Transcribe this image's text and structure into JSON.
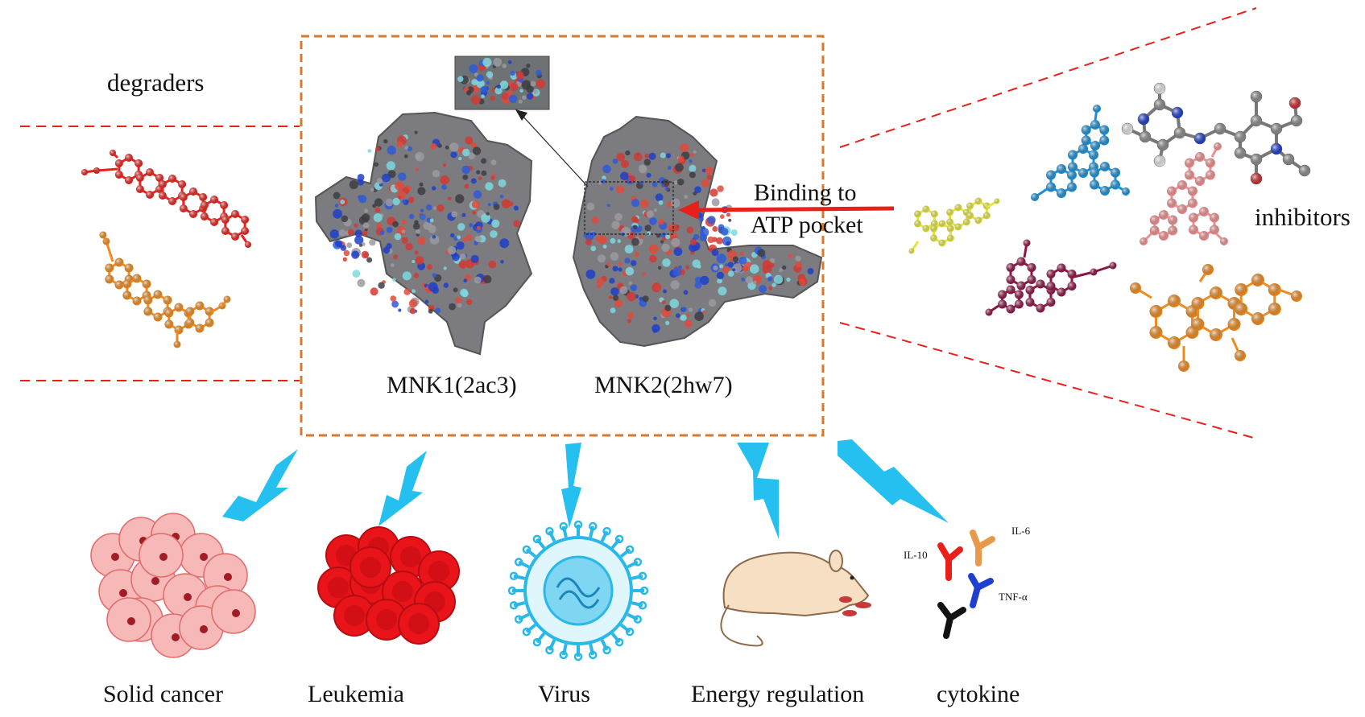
{
  "labels": {
    "degraders": "degraders",
    "inhibitors": "inhibitors",
    "binding_line1": "Binding to",
    "binding_line2": "ATP pocket",
    "mnk1": "MNK1(2ac3)",
    "mnk2": "MNK2(2hw7)"
  },
  "outcomes": [
    {
      "label": "Solid cancer",
      "icon": "tumor-cells-icon"
    },
    {
      "label": "Leukemia",
      "icon": "blood-cells-icon"
    },
    {
      "label": "Virus",
      "icon": "virus-icon"
    },
    {
      "label": "Energy regulation",
      "icon": "mouse-icon"
    },
    {
      "label": "cytokine",
      "icon": "cytokine-icon"
    }
  ],
  "cytokines": {
    "il10": "IL-10",
    "il6": "IL-6",
    "tnf": "TNF-α"
  },
  "colors": {
    "box_border": "#d9782a",
    "dashed_lines": "#e8201c",
    "arrow": "#e8201c",
    "lightning": "#25c0f0",
    "degrader_red": "#e8201c",
    "degrader_orange": "#f08a1c",
    "protein_gray": "#8a8a8a",
    "inhibitor_blue": "#1b8fd6",
    "inhibitor_pink": "#f08e8e",
    "inhibitor_maroon": "#8e1446",
    "inhibitor_yellow": "#e4e63a",
    "inhibitor_orange": "#f08a1c"
  }
}
